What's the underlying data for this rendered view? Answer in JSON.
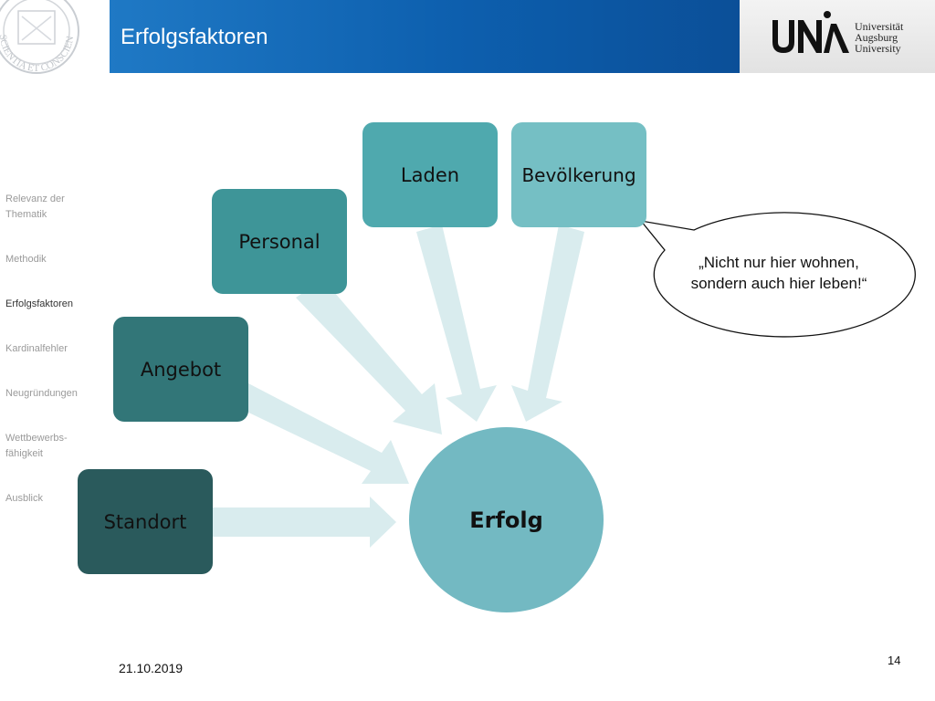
{
  "header": {
    "title": "Erfolgsfaktoren",
    "logo": {
      "line1": "Universität",
      "line2": "Augsburg",
      "line3": "University"
    },
    "seal_text": "SCIENTIA ET CONSCIENTIA"
  },
  "sidebar": {
    "items": [
      {
        "label": "Relevanz der Thematik",
        "active": false
      },
      {
        "label": "Methodik",
        "active": false
      },
      {
        "label": "Erfolgsfaktoren",
        "active": true
      },
      {
        "label": "Kardinalfehler",
        "active": false
      },
      {
        "label": "Neugründungen",
        "active": false
      },
      {
        "label": "Wettbewerbs-fähigkeit",
        "active": false
      },
      {
        "label": "Ausblick",
        "active": false
      }
    ]
  },
  "diagram": {
    "factors": [
      {
        "label": "Standort",
        "color": "#2a5a5c"
      },
      {
        "label": "Angebot",
        "color": "#327678"
      },
      {
        "label": "Personal",
        "color": "#3e9598"
      },
      {
        "label": "Laden",
        "color": "#4fa9ae"
      },
      {
        "label": "Bevölkerung",
        "color": "#75bfc4"
      }
    ],
    "center": {
      "label": "Erfolg",
      "color": "#73b9c2"
    },
    "arrow_color": "#d9ecee",
    "callout": "„Nicht nur hier wohnen, sondern auch hier leben!“"
  },
  "footer": {
    "date": "21.10.2019",
    "page": "14"
  }
}
